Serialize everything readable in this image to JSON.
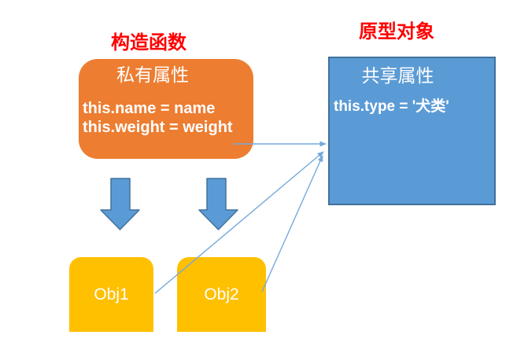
{
  "canvas": {
    "background": "#FFFFFF"
  },
  "colors": {
    "canvas_bg": "#FFFFFF",
    "title_red": "#FF0000",
    "constructor_fill": "#ED7D31",
    "prototype_fill": "#5B9BD5",
    "prototype_border": "#41719C",
    "obj_fill": "#FFC000",
    "block_arrow_fill": "#5B9BD5",
    "block_arrow_border": "#41719C",
    "connector": "#74A9DC",
    "text_white": "#FFFFFF"
  },
  "titles": {
    "constructor": "构造函数",
    "prototype": "原型对象"
  },
  "constructor_box": {
    "heading": "私有属性",
    "lines": [
      "this.name = name",
      "this.weight = weight"
    ]
  },
  "prototype_box": {
    "heading": "共享属性",
    "lines": [
      "this.type = '犬类'"
    ]
  },
  "objects": [
    {
      "label": "Obj1"
    },
    {
      "label": "Obj2"
    }
  ],
  "arrows": {
    "block_down_arrows": 2,
    "connectors": [
      "constructor-to-prototype",
      "obj1-to-prototype",
      "obj2-to-prototype"
    ]
  }
}
